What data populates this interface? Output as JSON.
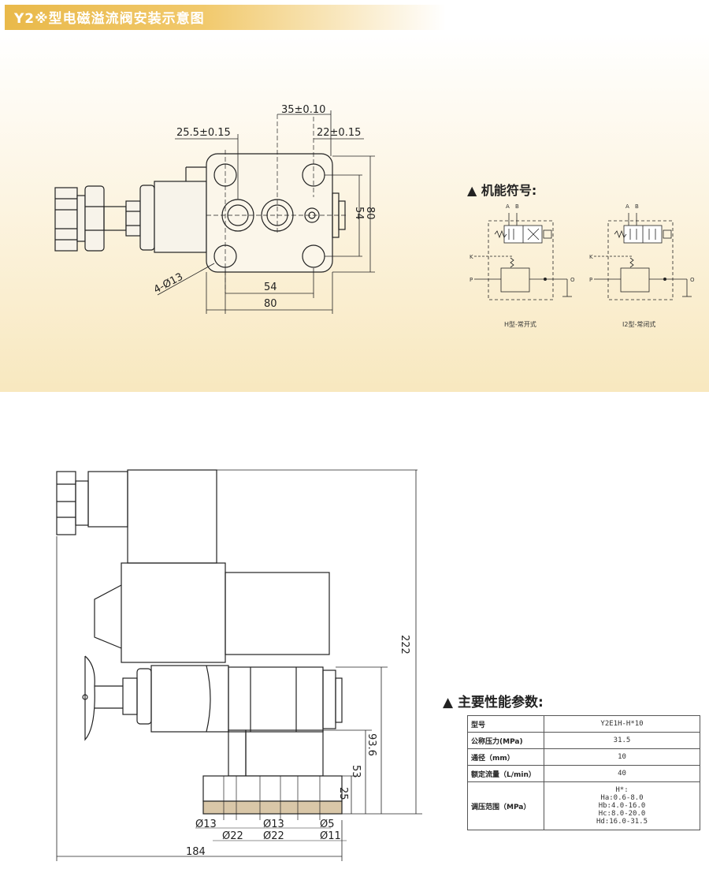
{
  "header": {
    "title": "Y2※型电磁溢流阀安装示意图"
  },
  "symbols": {
    "heading": "▲ 机能符号:",
    "port_a": "A",
    "port_b": "B",
    "port_k": "K",
    "port_p": "P",
    "port_o": "O",
    "left_caption": "H型-常开式",
    "right_caption": "I2型-常闭式"
  },
  "top_view": {
    "dim_35": "35±0.10",
    "dim_25_5": "25.5±0.15",
    "dim_22": "22±0.15",
    "dim_54_v": "54",
    "dim_80_v": "80",
    "dim_54_h": "54",
    "dim_80_h": "80",
    "dim_holes": "4-Ø13"
  },
  "side_view": {
    "dim_222": "222",
    "dim_93_6": "93.6",
    "dim_53": "53",
    "dim_25": "25",
    "dim_13": "Ø13",
    "dim_22a": "Ø22",
    "dim_13b": "Ø13",
    "dim_22b": "Ø22",
    "dim_5": "Ø5",
    "dim_11": "Ø11",
    "dim_184": "184"
  },
  "specs": {
    "heading": "▲ 主要性能参数:",
    "rows": [
      {
        "label": "型号",
        "value": "Y2E1H-H*10"
      },
      {
        "label": "公称压力(MPa)",
        "value": "31.5"
      },
      {
        "label": "通径（mm）",
        "value": "10"
      },
      {
        "label": "额定流量（L/min）",
        "value": "40"
      },
      {
        "label": "调压范围（MPa）",
        "value": "H*:\nHa:0.6-8.0\nHb:4.0-16.0\nHc:8.0-20.0\nHd:16.0-31.5"
      }
    ]
  }
}
